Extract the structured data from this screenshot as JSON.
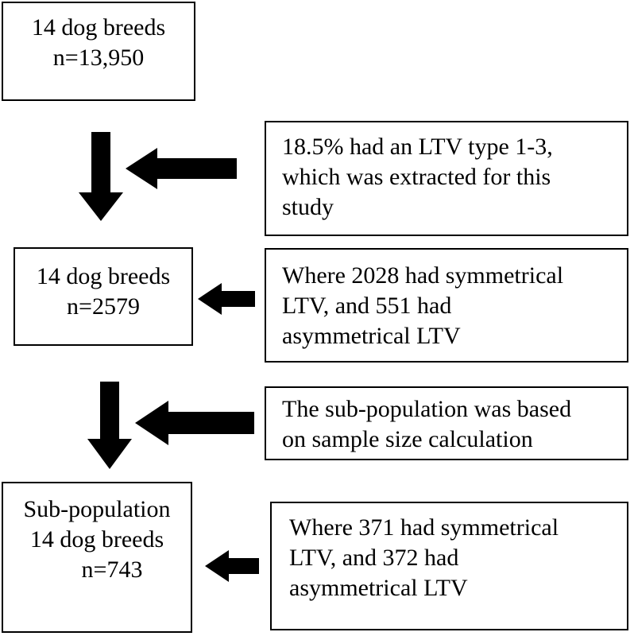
{
  "nodes": {
    "population_total": {
      "line1": "14 dog breeds",
      "line2": "n=13,950"
    },
    "population_ltv": {
      "line1": "14 dog breeds",
      "line2": "n=2579"
    },
    "subpopulation": {
      "line1": "Sub-population",
      "line2": "14 dog breeds",
      "line3": "n=743"
    }
  },
  "notes": {
    "ltv_extracted": {
      "line1": "18.5% had an LTV type 1-3,",
      "line2": "which was extracted for this",
      "line3": "study"
    },
    "ltv_split": {
      "line1": "Where 2028 had symmetrical",
      "line2": "LTV, and 551 had",
      "line3": "asymmetrical LTV"
    },
    "sample_size": {
      "line1": "The sub-population was based",
      "line2": "on sample size calculation"
    },
    "sub_split": {
      "line1": "Where 371 had symmetrical",
      "line2": "LTV, and 372 had",
      "line3": "asymmetrical LTV"
    }
  },
  "colors": {
    "stroke": "#000000",
    "fill": "#ffffff"
  }
}
